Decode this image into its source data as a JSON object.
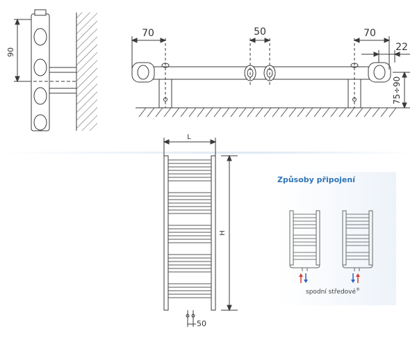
{
  "dimensions": {
    "left_offset": "70",
    "center_spacing": "50",
    "right_offset": "70",
    "pipe_depth": "22",
    "height_range": "75÷90",
    "side_height": "90",
    "width_label": "L",
    "height_label": "H",
    "bottom_spacing": "50"
  },
  "connection_panel": {
    "title": "Způsoby připojení",
    "caption": "spodní středové",
    "caption_mark": "®"
  },
  "colors": {
    "line": "#3a3a3a",
    "panel_bg": "#f1f5fa",
    "title": "#2e74b5",
    "arrow_red": "#d43a2f",
    "arrow_blue": "#2f5fc4"
  }
}
